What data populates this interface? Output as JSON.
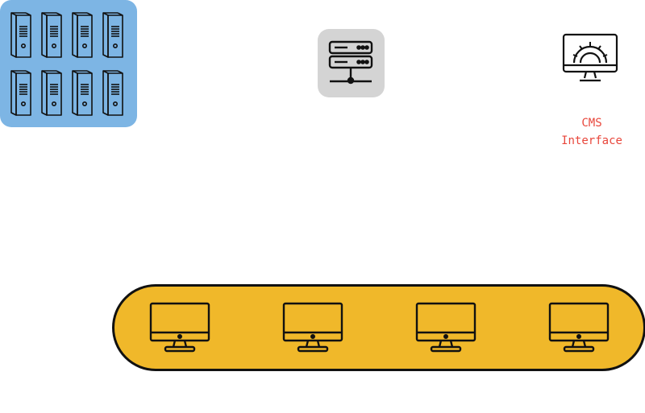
{
  "cms": {
    "label": "CMS\nInterface",
    "label_color": "#e8463b",
    "icon": "monitor-gear-icon"
  },
  "file_cabinet": {
    "icon": "binder-icon",
    "count": 8,
    "color": "#7db5e4"
  },
  "server": {
    "icon": "server-icon",
    "color": "#d4d4d4"
  },
  "clients": {
    "icon": "desktop-monitor-icon",
    "count": 4,
    "color": "#f0b82a"
  }
}
